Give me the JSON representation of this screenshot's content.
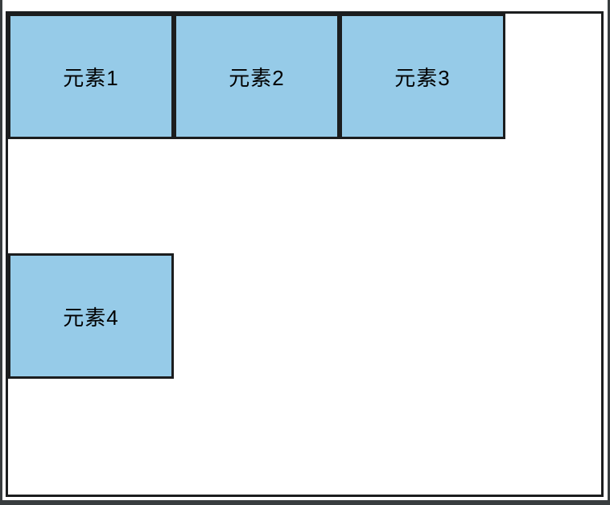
{
  "meta": {
    "description": "Rendered web page: CSS float layout demo with four elements inside a bordered container"
  },
  "colors": {
    "frame_surround": "#393d3f",
    "page_background": "#ffffff",
    "container_border": "#1b1d1e",
    "box_fill": "#96cbe8",
    "box_border": "#1b1d1e",
    "box_text": "#000000"
  },
  "boxes": [
    {
      "label": "元素1"
    },
    {
      "label": "元素2"
    },
    {
      "label": "元素3"
    },
    {
      "label": "元素4"
    }
  ]
}
